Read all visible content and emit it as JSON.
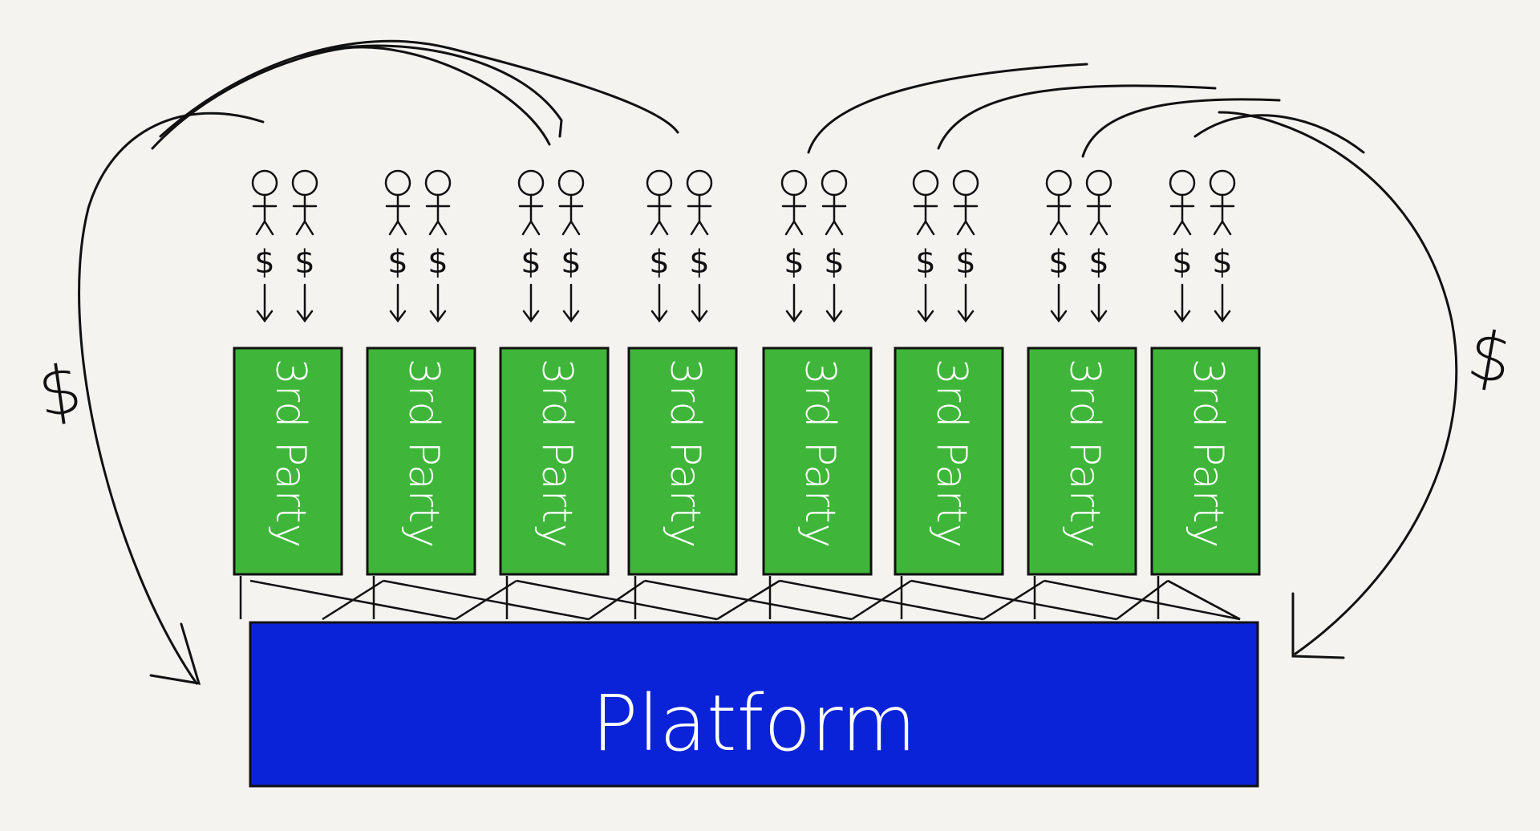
{
  "platform": {
    "label": "Platform",
    "color": "#0a22d8"
  },
  "third_party": {
    "label": "3rd Party",
    "color": "#3fb63a",
    "count": 8
  },
  "users": {
    "per_box": 2,
    "money_symbol": "$",
    "arrow_glyph": "↓"
  },
  "flows": {
    "left_label": "$",
    "right_label": "$"
  },
  "colors": {
    "ink": "#111111",
    "background": "#f4f3f0",
    "chalk": "#ffffff"
  }
}
